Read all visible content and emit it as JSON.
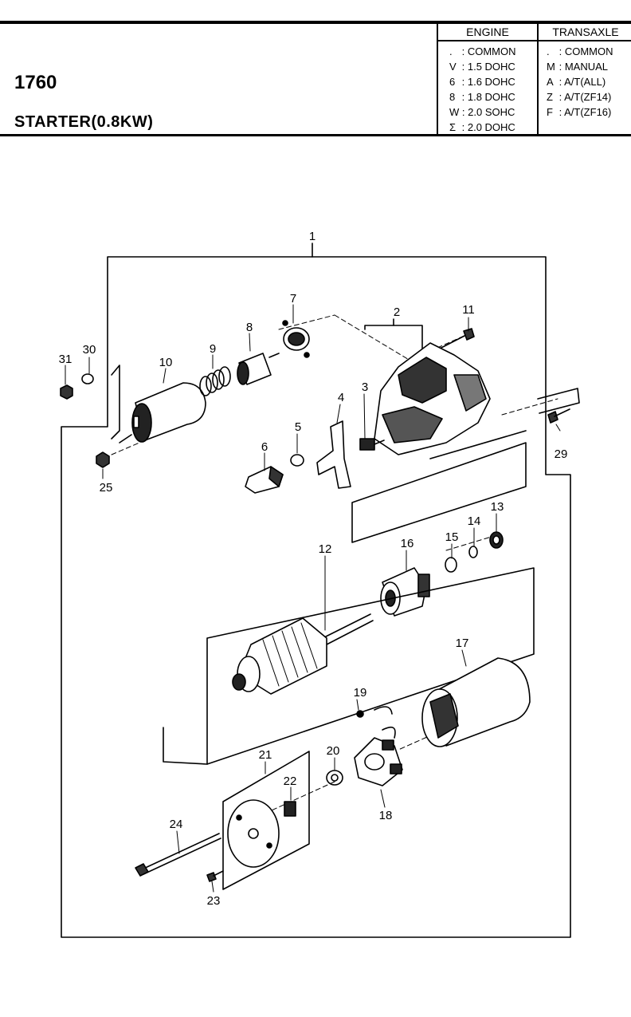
{
  "header": {
    "code": "1760",
    "title": "STARTER(0.8KW)"
  },
  "legend": {
    "engine": {
      "heading": "ENGINE",
      "items": [
        {
          "key": ".",
          "value": ": COMMON"
        },
        {
          "key": "V",
          "value": ": 1.5 DOHC"
        },
        {
          "key": "6",
          "value": ": 1.6 DOHC"
        },
        {
          "key": "8",
          "value": ": 1.8 DOHC"
        },
        {
          "key": "W",
          "value": ": 2.0 SOHC"
        },
        {
          "key": "Σ",
          "value": ": 2.0 DOHC"
        }
      ]
    },
    "transaxle": {
      "heading": "TRANSAXLE",
      "items": [
        {
          "key": ".",
          "value": ": COMMON"
        },
        {
          "key": "M",
          "value": ": MANUAL"
        },
        {
          "key": "A",
          "value": ": A/T(ALL)"
        },
        {
          "key": "Z",
          "value": ": A/T(ZF14)"
        },
        {
          "key": "F",
          "value": ": A/T(ZF16)"
        }
      ]
    }
  },
  "parts": [
    "1",
    "2",
    "3",
    "4",
    "5",
    "6",
    "7",
    "8",
    "9",
    "10",
    "11",
    "12",
    "13",
    "14",
    "15",
    "16",
    "17",
    "18",
    "19",
    "20",
    "21",
    "22",
    "23",
    "24",
    "25",
    "29",
    "30",
    "31"
  ]
}
